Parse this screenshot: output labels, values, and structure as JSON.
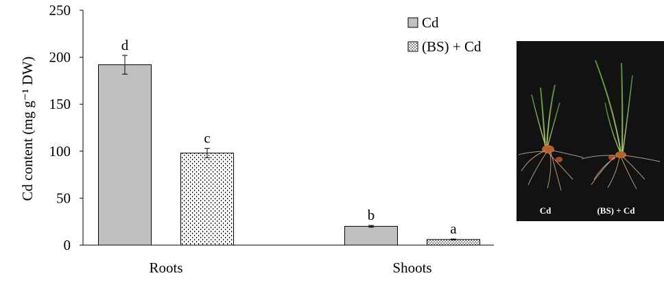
{
  "chart_data": {
    "type": "bar",
    "categories": [
      "Roots",
      "Shoots"
    ],
    "ylabel": "Cd content (mg g⁻¹ DW)",
    "ylim": [
      0,
      250
    ],
    "yticks": [
      0,
      50,
      100,
      150,
      200,
      250
    ],
    "legend_position": "top-right",
    "series": [
      {
        "name": "Cd",
        "fill": "#c0c0c0",
        "pattern": "solid",
        "values": [
          192,
          20
        ],
        "errors": [
          10,
          1
        ],
        "letters": [
          "d",
          "b"
        ]
      },
      {
        "name": "(BS) + Cd",
        "fill": "#ffffff",
        "pattern": "dots",
        "values": [
          98,
          6
        ],
        "errors": [
          5,
          0.5
        ],
        "letters": [
          "c",
          "a"
        ]
      }
    ]
  },
  "photo": {
    "labels": [
      "Cd",
      "(BS) + Cd"
    ],
    "background": "#121212"
  }
}
